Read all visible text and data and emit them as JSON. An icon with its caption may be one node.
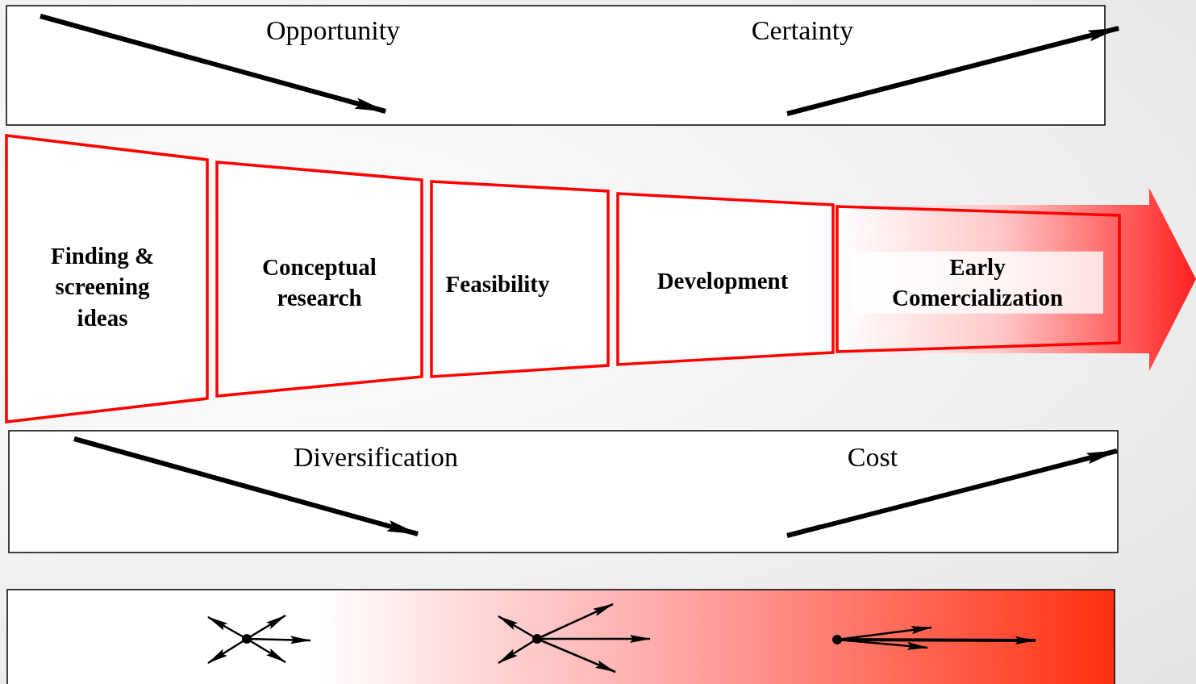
{
  "diagram": {
    "nodes": [
      {
        "text": [
          "Opportunity",
          "Certainty"
        ]
      },
      {
        "text": [
          "Finding & screening ideas"
        ]
      },
      {
        "text": [
          "Conceptual research"
        ]
      },
      {
        "text": [
          "Feasibility"
        ]
      },
      {
        "text": [
          "Development"
        ]
      },
      {
        "text": [
          "Early Comercialization"
        ]
      },
      {
        "text": [
          "Diversification",
          "Cost"
        ]
      },
      {
        "text": [],
        "shape": "bar"
      }
    ]
  }
}
